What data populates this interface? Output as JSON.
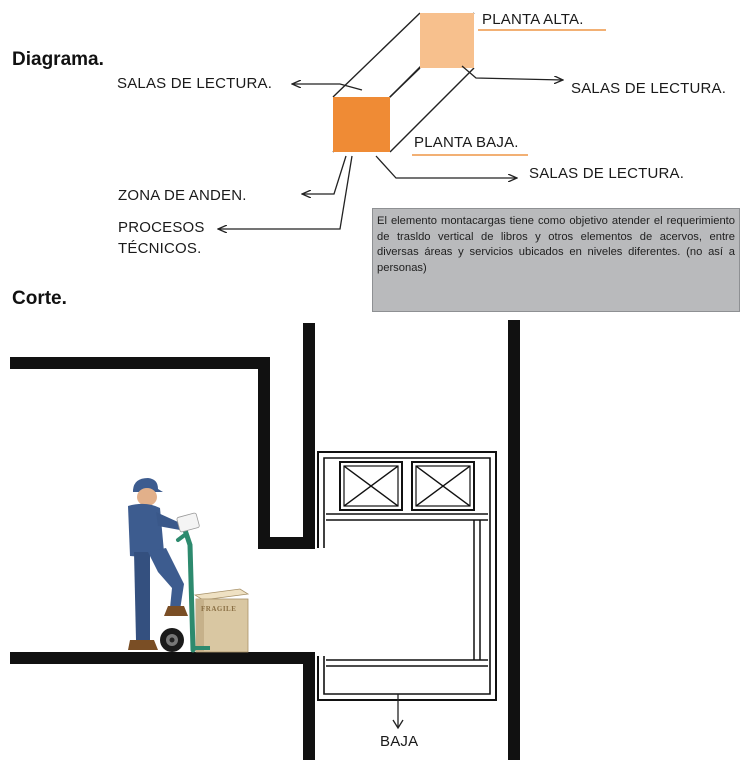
{
  "headings": {
    "diagram": "Diagrama.",
    "section": "Corte."
  },
  "diagram": {
    "upper_floor": "PLANTA ALTA.",
    "lower_floor": "PLANTA BAJA.",
    "reading_rooms_left": "SALAS DE LECTURA.",
    "reading_rooms_right_upper": "SALAS DE LECTURA.",
    "reading_rooms_right_lower": "SALAS DE LECTURA.",
    "loading_dock": "ZONA DE ANDEN.",
    "technical_processes": "PROCESOS TÉCNICOS.",
    "note": "El elemento montacargas tiene como objetivo atender el requerimiento de trasldo vertical de libros y otros elementos de acervos, entre diversas áreas y servicios ubicados en niveles diferentes.   (no así a personas)"
  },
  "section": {
    "box_label": "FRAGILE",
    "down_label": "BAJA"
  },
  "colors": {
    "upper_box": "#f7c08d",
    "lower_box": "#ef8b35",
    "underline": "#f0a561",
    "note_bg": "#b9babc",
    "worker_uniform": "#3d5c8f",
    "hand_truck": "#2d8a6e",
    "box": "#d9c7a2"
  },
  "icons": [
    "worker-figure",
    "hand-truck",
    "fragile-box",
    "x-crate-icon",
    "down-arrow-icon"
  ]
}
